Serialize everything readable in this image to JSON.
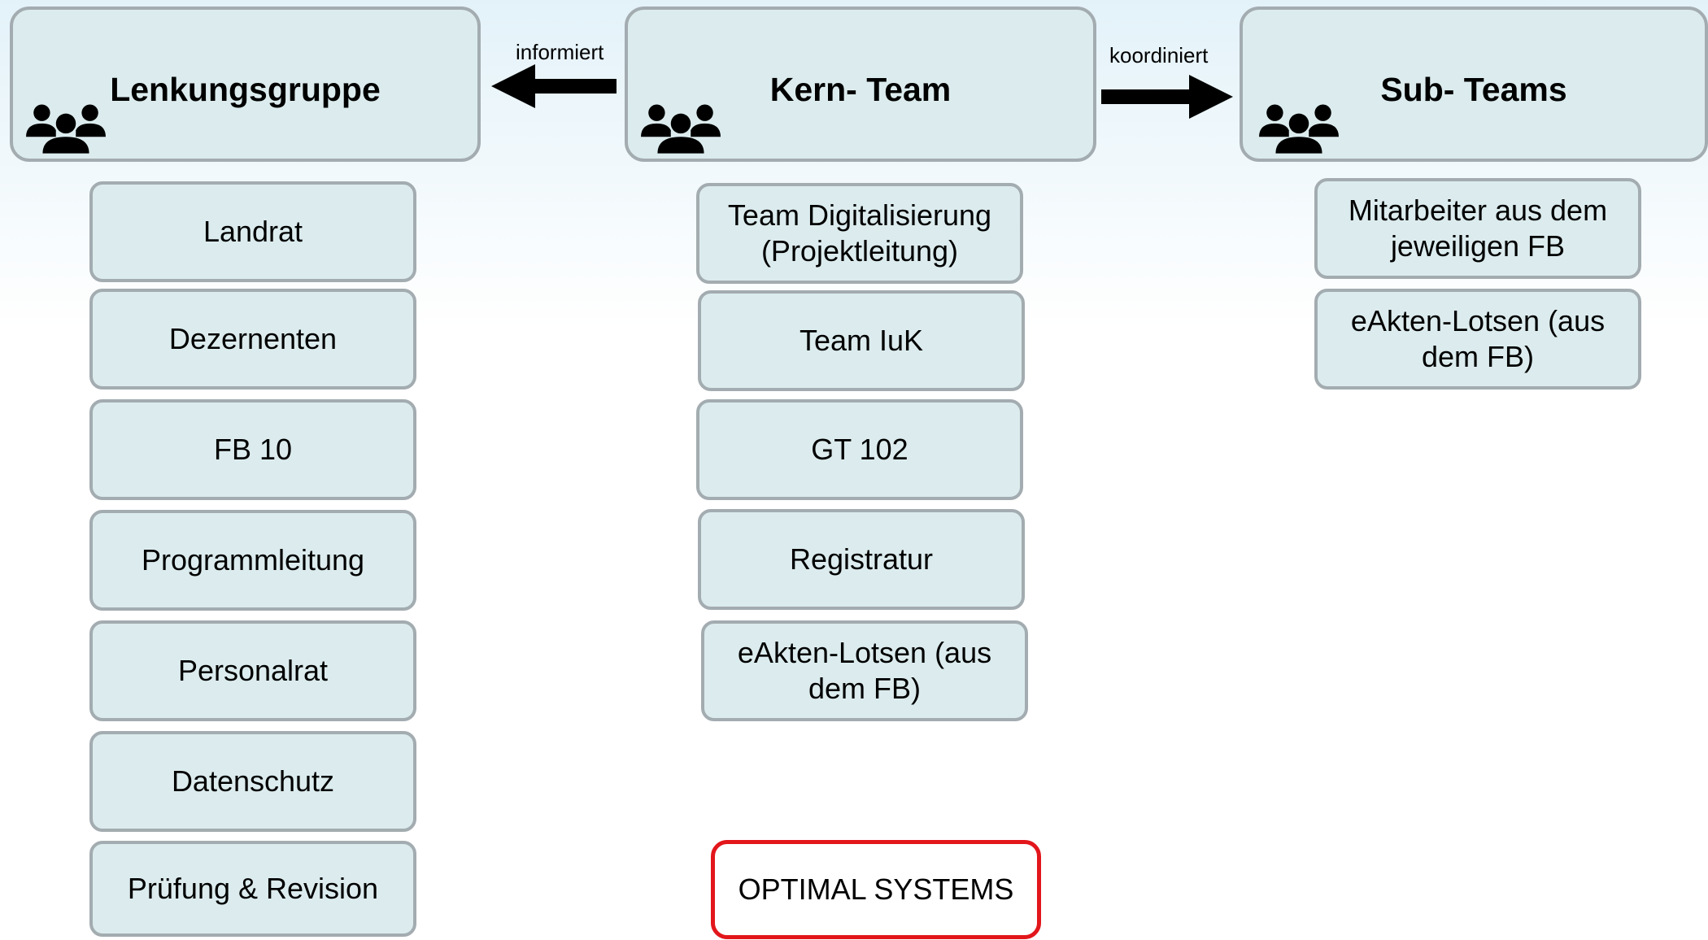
{
  "groups": [
    {
      "title": "Lenkungsgruppe",
      "icon": "people-group-icon",
      "items": [
        "Landrat",
        "Dezernenten",
        "FB 10",
        "Programmleitung",
        "Personalrat",
        "Datenschutz",
        "Prüfung & Revision"
      ]
    },
    {
      "title": "Kern- Team",
      "icon": "people-group-icon",
      "items": [
        "Team Digitalisierung (Projektleitung)",
        "Team IuK",
        "GT 102",
        "Registratur",
        "eAkten-Lotsen (aus dem FB)"
      ]
    },
    {
      "title": "Sub- Teams",
      "icon": "people-group-icon",
      "items": [
        "Mitarbeiter aus dem jeweiligen FB",
        "eAkten-Lotsen (aus dem FB)"
      ]
    }
  ],
  "arrows": [
    {
      "label": "informiert",
      "direction": "left"
    },
    {
      "label": "koordiniert",
      "direction": "right"
    }
  ],
  "vendor": {
    "label": "OPTIMAL SYSTEMS",
    "border_color": "#e2161b"
  },
  "colors": {
    "box_fill": "#dcecee",
    "box_border": "#a3acb0",
    "arrow": "#000000"
  }
}
